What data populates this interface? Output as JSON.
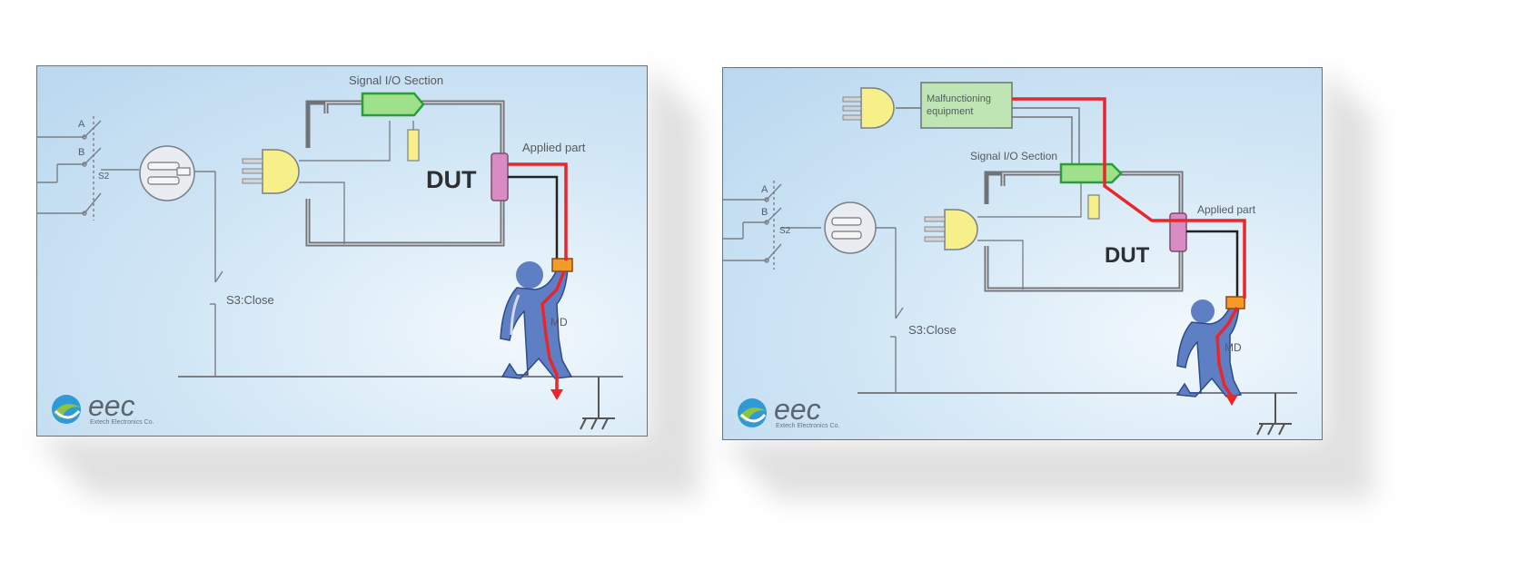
{
  "left_panel": {
    "signal_io_label": "Signal I/O Section",
    "applied_part_label": "Applied part",
    "dut_label": "DUT",
    "switch_s3_label": "S3:Close",
    "md_label": "MD",
    "switch_a_label": "A",
    "switch_b_label": "B",
    "switch_s2_label": "S2"
  },
  "right_panel": {
    "malfunction_label_line1": "Malfunctioning",
    "malfunction_label_line2": "equipment",
    "signal_io_label": "Signal I/O Section",
    "applied_part_label": "Applied part",
    "dut_label": "DUT",
    "switch_s3_label": "S3:Close",
    "md_label": "MD",
    "switch_a_label": "A",
    "switch_b_label": "B",
    "switch_s2_label": "S2"
  },
  "logo": {
    "brand": "eec",
    "company": "Extech Electronics Co."
  },
  "colors": {
    "current_path": "#e8262b",
    "signal_io": "#8fdc7a",
    "applied_part": "#d98cc4",
    "plug": "#f6ef8a",
    "figure": "#5f7fc4"
  }
}
